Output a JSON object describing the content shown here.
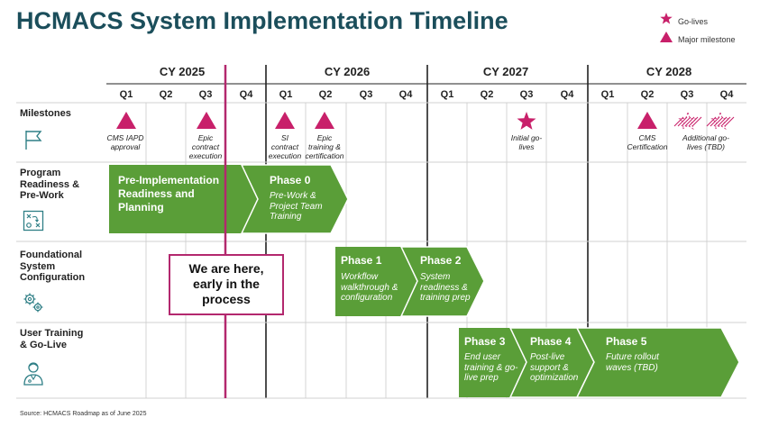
{
  "title": "HCMACS System Implementation Timeline",
  "legend": [
    {
      "symbol": "star",
      "label": "Go-lives"
    },
    {
      "symbol": "triangle",
      "label": "Major milestone"
    }
  ],
  "colors": {
    "accent": "#c8206a",
    "green": "#5a9e38",
    "title": "#1b4e5b",
    "now_line": "#b3286e"
  },
  "years": [
    "CY 2025",
    "CY 2026",
    "CY 2027",
    "CY 2028"
  ],
  "quarters": [
    "Q1",
    "Q2",
    "Q3",
    "Q4"
  ],
  "rows": [
    {
      "label": "Milestones",
      "icon": "flag-icon"
    },
    {
      "label": "Program\nReadiness &\nPre-Work",
      "icon": "strategy-board-icon"
    },
    {
      "label": "Foundational\nSystem\nConfiguration",
      "icon": "gears-icon"
    },
    {
      "label": "User Training\n& Go-Live",
      "icon": "trainer-person-icon"
    }
  ],
  "milestones": [
    {
      "kind": "triangle",
      "label": "CMS IAPD\napproval"
    },
    {
      "kind": "triangle",
      "label": "Epic\ncontract\nexecution"
    },
    {
      "kind": "triangle",
      "label": "SI\ncontract\nexecution"
    },
    {
      "kind": "triangle",
      "label": "Epic\ntraining &\ncertification"
    },
    {
      "kind": "star",
      "label": "Initial go-\nlives"
    },
    {
      "kind": "triangle",
      "label": "CMS\nCertification"
    },
    {
      "kind": "star-hatched",
      "label": "Additional go-\nlives (TBD)"
    }
  ],
  "phases": [
    {
      "title": "Pre-Implementation\nReadiness and\nPlanning",
      "subtitle": ""
    },
    {
      "title": "Phase 0",
      "subtitle": "Pre-Work &\nProject Team\nTraining"
    },
    {
      "title": "Phase 1",
      "subtitle": "Workflow\nwalkthrough &\nconfiguration"
    },
    {
      "title": "Phase 2",
      "subtitle": "System\nreadiness &\ntraining prep"
    },
    {
      "title": "Phase 3",
      "subtitle": "End user\ntraining & go-\nlive prep"
    },
    {
      "title": "Phase 4",
      "subtitle": "Post-live\nsupport &\noptimization"
    },
    {
      "title": "Phase 5",
      "subtitle": "Future rollout\nwaves (TBD)"
    }
  ],
  "callout": "We are here,\nearly in the\nprocess",
  "source": "Source: HCMACS Roadmap as of June 2025"
}
